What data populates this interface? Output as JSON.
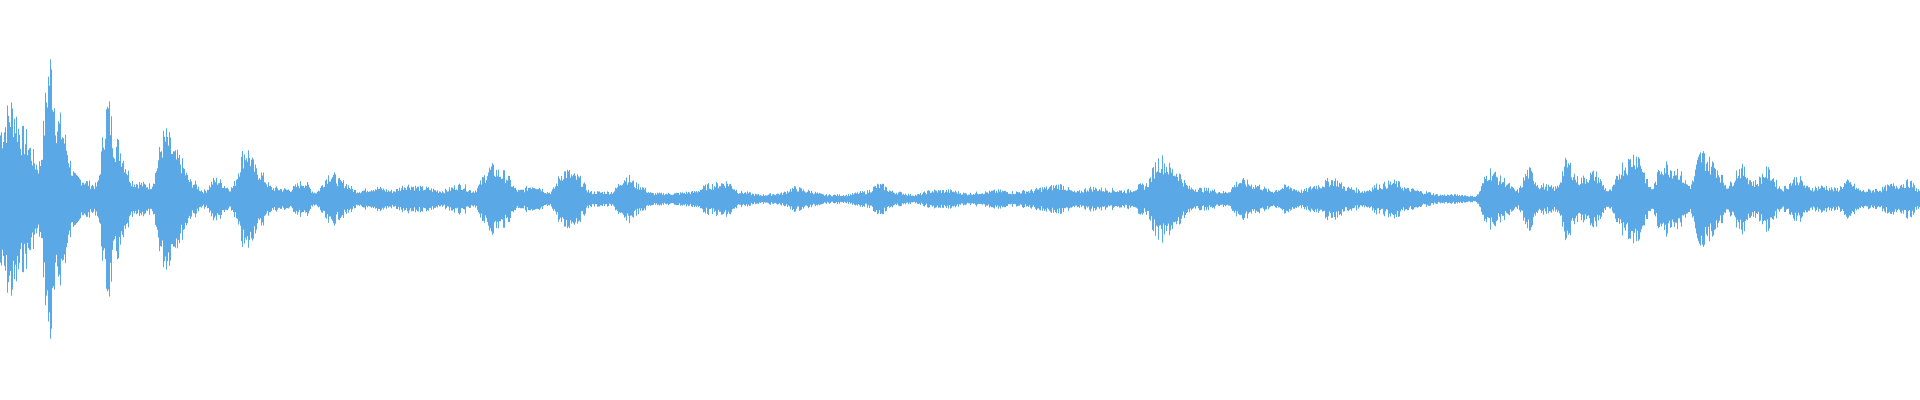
{
  "waveform": {
    "color": "#5aa9e6",
    "background": "#ffffff",
    "amplitude_scale": 1.0,
    "peaks": [
      [
        0.0,
        0.5
      ],
      [
        0.006,
        0.65
      ],
      [
        0.012,
        0.45
      ],
      [
        0.02,
        0.25
      ],
      [
        0.026,
        0.95
      ],
      [
        0.03,
        0.55
      ],
      [
        0.04,
        0.15
      ],
      [
        0.05,
        0.1
      ],
      [
        0.056,
        0.65
      ],
      [
        0.06,
        0.4
      ],
      [
        0.07,
        0.12
      ],
      [
        0.078,
        0.1
      ],
      [
        0.086,
        0.45
      ],
      [
        0.092,
        0.3
      ],
      [
        0.1,
        0.12
      ],
      [
        0.106,
        0.06
      ],
      [
        0.112,
        0.14
      ],
      [
        0.12,
        0.08
      ],
      [
        0.128,
        0.35
      ],
      [
        0.134,
        0.2
      ],
      [
        0.142,
        0.08
      ],
      [
        0.15,
        0.07
      ],
      [
        0.158,
        0.12
      ],
      [
        0.164,
        0.05
      ],
      [
        0.172,
        0.18
      ],
      [
        0.178,
        0.12
      ],
      [
        0.186,
        0.06
      ],
      [
        0.196,
        0.08
      ],
      [
        0.204,
        0.06
      ],
      [
        0.212,
        0.1
      ],
      [
        0.22,
        0.08
      ],
      [
        0.23,
        0.06
      ],
      [
        0.24,
        0.1
      ],
      [
        0.246,
        0.06
      ],
      [
        0.256,
        0.22
      ],
      [
        0.262,
        0.18
      ],
      [
        0.27,
        0.06
      ],
      [
        0.278,
        0.1
      ],
      [
        0.286,
        0.05
      ],
      [
        0.294,
        0.2
      ],
      [
        0.3,
        0.16
      ],
      [
        0.308,
        0.05
      ],
      [
        0.318,
        0.05
      ],
      [
        0.326,
        0.16
      ],
      [
        0.332,
        0.1
      ],
      [
        0.34,
        0.04
      ],
      [
        0.35,
        0.04
      ],
      [
        0.36,
        0.05
      ],
      [
        0.37,
        0.1
      ],
      [
        0.378,
        0.12
      ],
      [
        0.386,
        0.05
      ],
      [
        0.396,
        0.03
      ],
      [
        0.406,
        0.04
      ],
      [
        0.414,
        0.08
      ],
      [
        0.42,
        0.06
      ],
      [
        0.43,
        0.03
      ],
      [
        0.44,
        0.03
      ],
      [
        0.45,
        0.05
      ],
      [
        0.458,
        0.1
      ],
      [
        0.466,
        0.05
      ],
      [
        0.476,
        0.03
      ],
      [
        0.486,
        0.06
      ],
      [
        0.494,
        0.06
      ],
      [
        0.504,
        0.04
      ],
      [
        0.512,
        0.05
      ],
      [
        0.52,
        0.06
      ],
      [
        0.528,
        0.05
      ],
      [
        0.536,
        0.06
      ],
      [
        0.544,
        0.08
      ],
      [
        0.552,
        0.1
      ],
      [
        0.56,
        0.05
      ],
      [
        0.568,
        0.08
      ],
      [
        0.576,
        0.07
      ],
      [
        0.586,
        0.06
      ],
      [
        0.596,
        0.1
      ],
      [
        0.604,
        0.28
      ],
      [
        0.612,
        0.2
      ],
      [
        0.62,
        0.08
      ],
      [
        0.628,
        0.07
      ],
      [
        0.638,
        0.05
      ],
      [
        0.646,
        0.13
      ],
      [
        0.654,
        0.1
      ],
      [
        0.662,
        0.06
      ],
      [
        0.67,
        0.09
      ],
      [
        0.678,
        0.06
      ],
      [
        0.686,
        0.1
      ],
      [
        0.694,
        0.14
      ],
      [
        0.702,
        0.08
      ],
      [
        0.71,
        0.06
      ],
      [
        0.718,
        0.1
      ],
      [
        0.726,
        0.12
      ],
      [
        0.734,
        0.07
      ],
      [
        0.742,
        0.05
      ],
      [
        0.75,
        0.03
      ],
      [
        0.76,
        0.03
      ],
      [
        0.768,
        0.02
      ],
      [
        0.776,
        0.2
      ],
      [
        0.782,
        0.14
      ],
      [
        0.79,
        0.06
      ],
      [
        0.796,
        0.2
      ],
      [
        0.802,
        0.1
      ],
      [
        0.81,
        0.08
      ],
      [
        0.816,
        0.26
      ],
      [
        0.822,
        0.14
      ],
      [
        0.83,
        0.18
      ],
      [
        0.838,
        0.06
      ],
      [
        0.846,
        0.25
      ],
      [
        0.852,
        0.32
      ],
      [
        0.86,
        0.08
      ],
      [
        0.866,
        0.25
      ],
      [
        0.872,
        0.22
      ],
      [
        0.88,
        0.1
      ],
      [
        0.886,
        0.32
      ],
      [
        0.892,
        0.25
      ],
      [
        0.9,
        0.1
      ],
      [
        0.906,
        0.22
      ],
      [
        0.914,
        0.12
      ],
      [
        0.92,
        0.2
      ],
      [
        0.928,
        0.08
      ],
      [
        0.936,
        0.15
      ],
      [
        0.942,
        0.08
      ],
      [
        0.95,
        0.09
      ],
      [
        0.956,
        0.07
      ],
      [
        0.962,
        0.12
      ],
      [
        0.97,
        0.06
      ],
      [
        0.978,
        0.07
      ],
      [
        0.986,
        0.1
      ],
      [
        0.994,
        0.12
      ],
      [
        1.0,
        0.06
      ]
    ]
  }
}
